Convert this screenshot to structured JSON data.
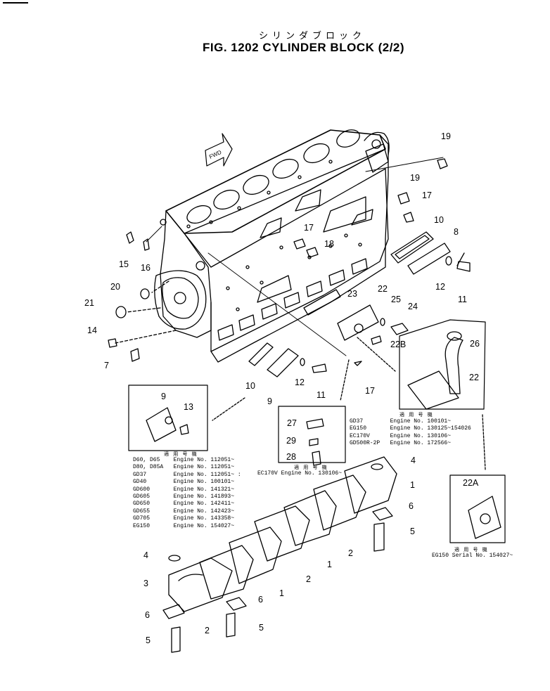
{
  "title": {
    "japanese": "シリンダブロック",
    "english": "FIG. 1202  CYLINDER BLOCK (2/2)"
  },
  "callouts": {
    "c19a": "19",
    "c19b": "19",
    "c17a": "17",
    "c10a": "10",
    "c8": "8",
    "c17b": "17",
    "c18": "18",
    "c12a": "12",
    "c11a": "11",
    "c15": "15",
    "c16": "16",
    "c20": "20",
    "c21": "21",
    "c14": "14",
    "c7": "7",
    "c23": "23",
    "c22a": "22",
    "c25": "25",
    "c24": "24",
    "c22b": "22B",
    "c26": "26",
    "c22c": "22",
    "c10b": "10",
    "c12b": "12",
    "c11b": "11",
    "c9a": "9",
    "c17c": "17",
    "c9b": "9",
    "c13": "13",
    "c27": "27",
    "c29": "29",
    "c28": "28",
    "c4a": "4",
    "c1a": "1",
    "c6a": "6",
    "c5a": "5",
    "c22A": "22A",
    "c2a": "2",
    "c1b": "1",
    "c2b": "2",
    "c1c": "1",
    "c4b": "4",
    "c3": "3",
    "c6b": "6",
    "c6c": "6",
    "c5b": "5",
    "c2c": "2",
    "c5c": "5"
  },
  "tables": {
    "header": "適 用 号 機",
    "left": "D60, D65    Engine No. 112051~\nD80, D85A   Engine No. 112051~\nGD37        Engine No. 112051~ :\nGD40        Engine No. 100101~\nGD600       Engine No. 141321~\nGD605       Engine No. 141893~\nGD650       Engine No. 142411~\nGD655       Engine No. 142423~\nGD705       Engine No. 143358~\nEG150       Engine No. 154027~",
    "middle": "EC170V Engine No. 130106~",
    "right": "GD37        Engine No. 100101~\nEG150       Engine No. 130125~154026\nEC170V      Engine No. 130106~\nGD500R-2P   Engine No. 172566~",
    "inset": "EG150 Serial No. 154027~"
  }
}
